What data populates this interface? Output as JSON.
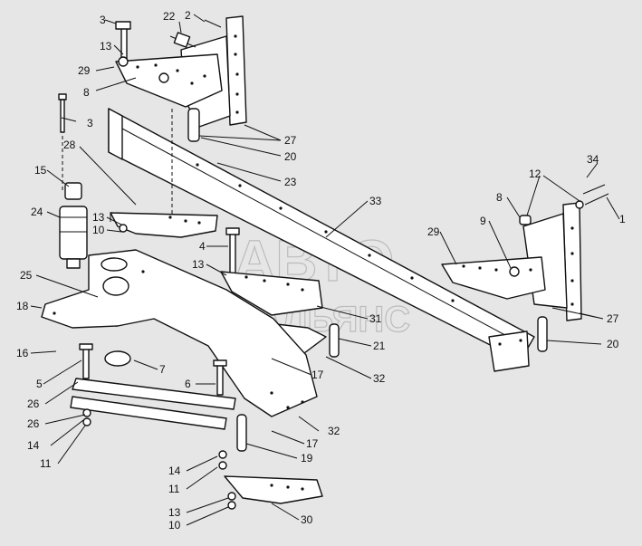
{
  "watermark": {
    "line1": "АВТО",
    "line2": "АЛЬЯНС"
  },
  "callouts": [
    {
      "id": "c3a",
      "text": "3"
    },
    {
      "id": "c22",
      "text": "22"
    },
    {
      "id": "c2",
      "text": "2"
    },
    {
      "id": "c13a",
      "text": "13"
    },
    {
      "id": "c29a",
      "text": "29"
    },
    {
      "id": "c8a",
      "text": "8"
    },
    {
      "id": "c3b",
      "text": "3"
    },
    {
      "id": "c27a",
      "text": "27"
    },
    {
      "id": "c20a",
      "text": "20"
    },
    {
      "id": "c28",
      "text": "28"
    },
    {
      "id": "c23",
      "text": "23"
    },
    {
      "id": "c15",
      "text": "15"
    },
    {
      "id": "c24",
      "text": "24"
    },
    {
      "id": "c13b",
      "text": "13"
    },
    {
      "id": "c10a",
      "text": "10"
    },
    {
      "id": "c33",
      "text": "33"
    },
    {
      "id": "c34",
      "text": "34"
    },
    {
      "id": "c12",
      "text": "12"
    },
    {
      "id": "c8b",
      "text": "8"
    },
    {
      "id": "c1",
      "text": "1"
    },
    {
      "id": "c9",
      "text": "9"
    },
    {
      "id": "c29b",
      "text": "29"
    },
    {
      "id": "c4",
      "text": "4"
    },
    {
      "id": "c13c",
      "text": "13"
    },
    {
      "id": "c25",
      "text": "25"
    },
    {
      "id": "c18",
      "text": "18"
    },
    {
      "id": "c31",
      "text": "31"
    },
    {
      "id": "c21",
      "text": "21"
    },
    {
      "id": "c27b",
      "text": "27"
    },
    {
      "id": "c20b",
      "text": "20"
    },
    {
      "id": "c16",
      "text": "16"
    },
    {
      "id": "c5",
      "text": "5"
    },
    {
      "id": "c7",
      "text": "7"
    },
    {
      "id": "c17a",
      "text": "17"
    },
    {
      "id": "c32a",
      "text": "32"
    },
    {
      "id": "c6",
      "text": "6"
    },
    {
      "id": "c26a",
      "text": "26"
    },
    {
      "id": "c26b",
      "text": "26"
    },
    {
      "id": "c32b",
      "text": "32"
    },
    {
      "id": "c14a",
      "text": "14"
    },
    {
      "id": "c17b",
      "text": "17"
    },
    {
      "id": "c11a",
      "text": "11"
    },
    {
      "id": "c19",
      "text": "19"
    },
    {
      "id": "c14b",
      "text": "14"
    },
    {
      "id": "c11b",
      "text": "11"
    },
    {
      "id": "c13d",
      "text": "13"
    },
    {
      "id": "c10b",
      "text": "10"
    },
    {
      "id": "c30",
      "text": "30"
    }
  ]
}
